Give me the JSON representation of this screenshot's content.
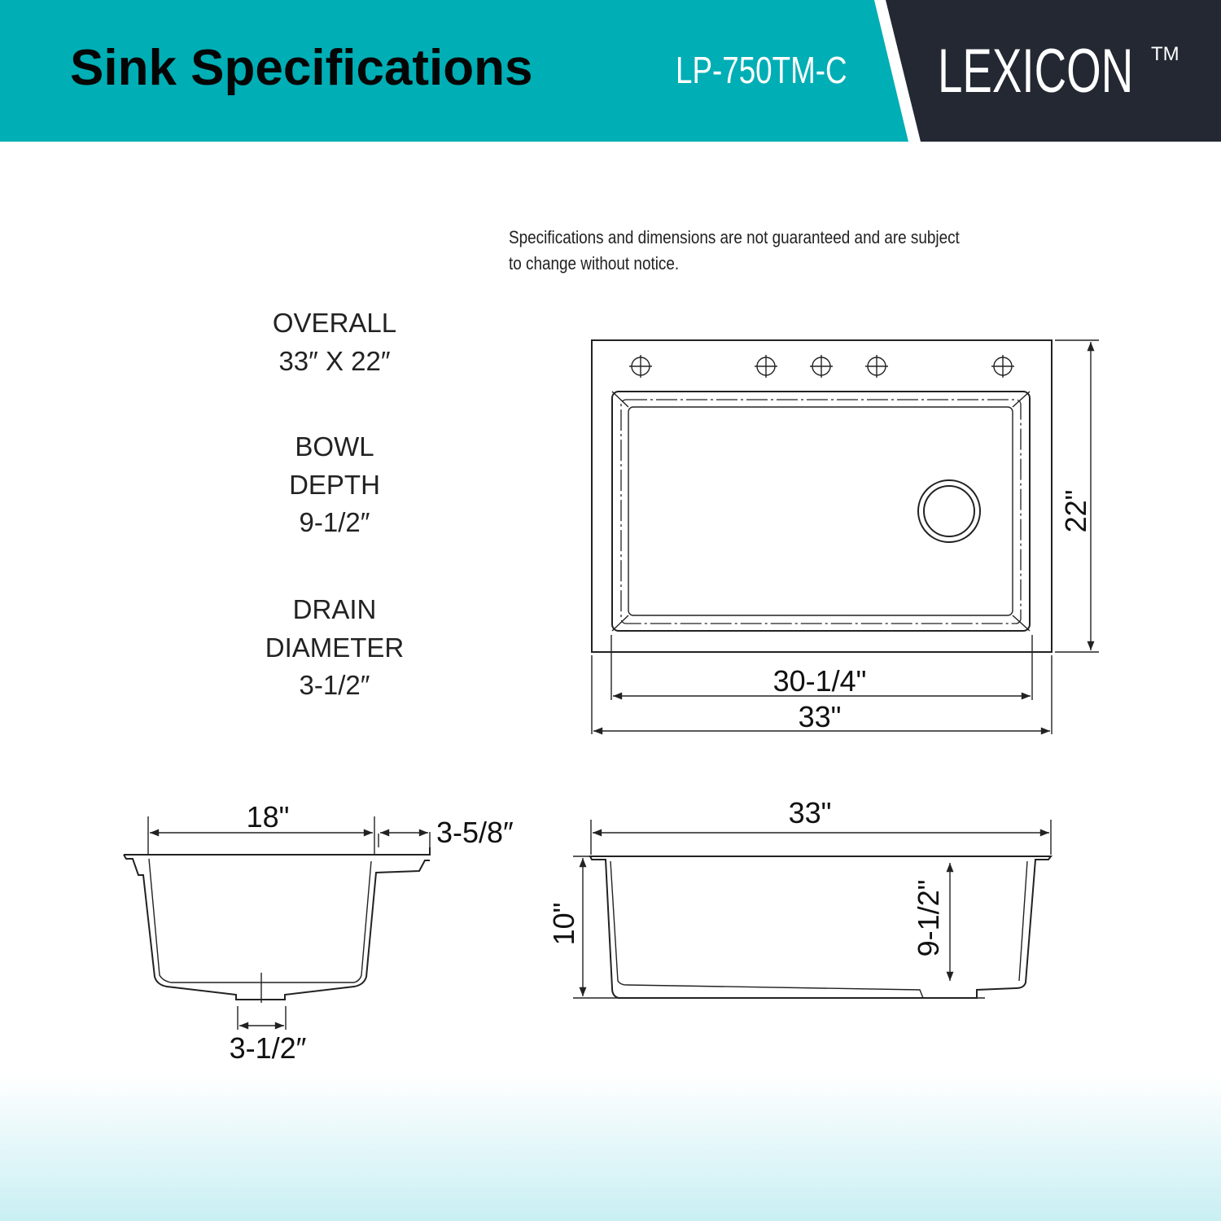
{
  "header": {
    "title": "Sink Specifications",
    "model": "LP-750TM-C",
    "brand": "LEXICON",
    "trademark": "TM",
    "colors": {
      "teal": "#00aeb5",
      "dark": "#232833"
    }
  },
  "note": {
    "line1": "Specifications and dimensions are not guaranteed and are subject",
    "line2": "to change without notice."
  },
  "specs": {
    "overall": {
      "label": "OVERALL",
      "value": "33″ X 22″"
    },
    "bowl_depth": {
      "label1": "BOWL",
      "label2": "DEPTH",
      "value": "9-1/2″"
    },
    "drain_diameter": {
      "label1": "DRAIN",
      "label2": "DIAMETER",
      "value": "3-1/2″"
    }
  },
  "top_view": {
    "bowl_width": "30-1/4\"",
    "overall_width": "33\"",
    "overall_depth": "22\""
  },
  "side_view": {
    "bowl_width": "18\"",
    "deck": "3-5/8″",
    "drain": "3-1/2″"
  },
  "front_view": {
    "overall_width": "33\"",
    "height": "10\"",
    "bowl_depth": "9-1/2\""
  }
}
